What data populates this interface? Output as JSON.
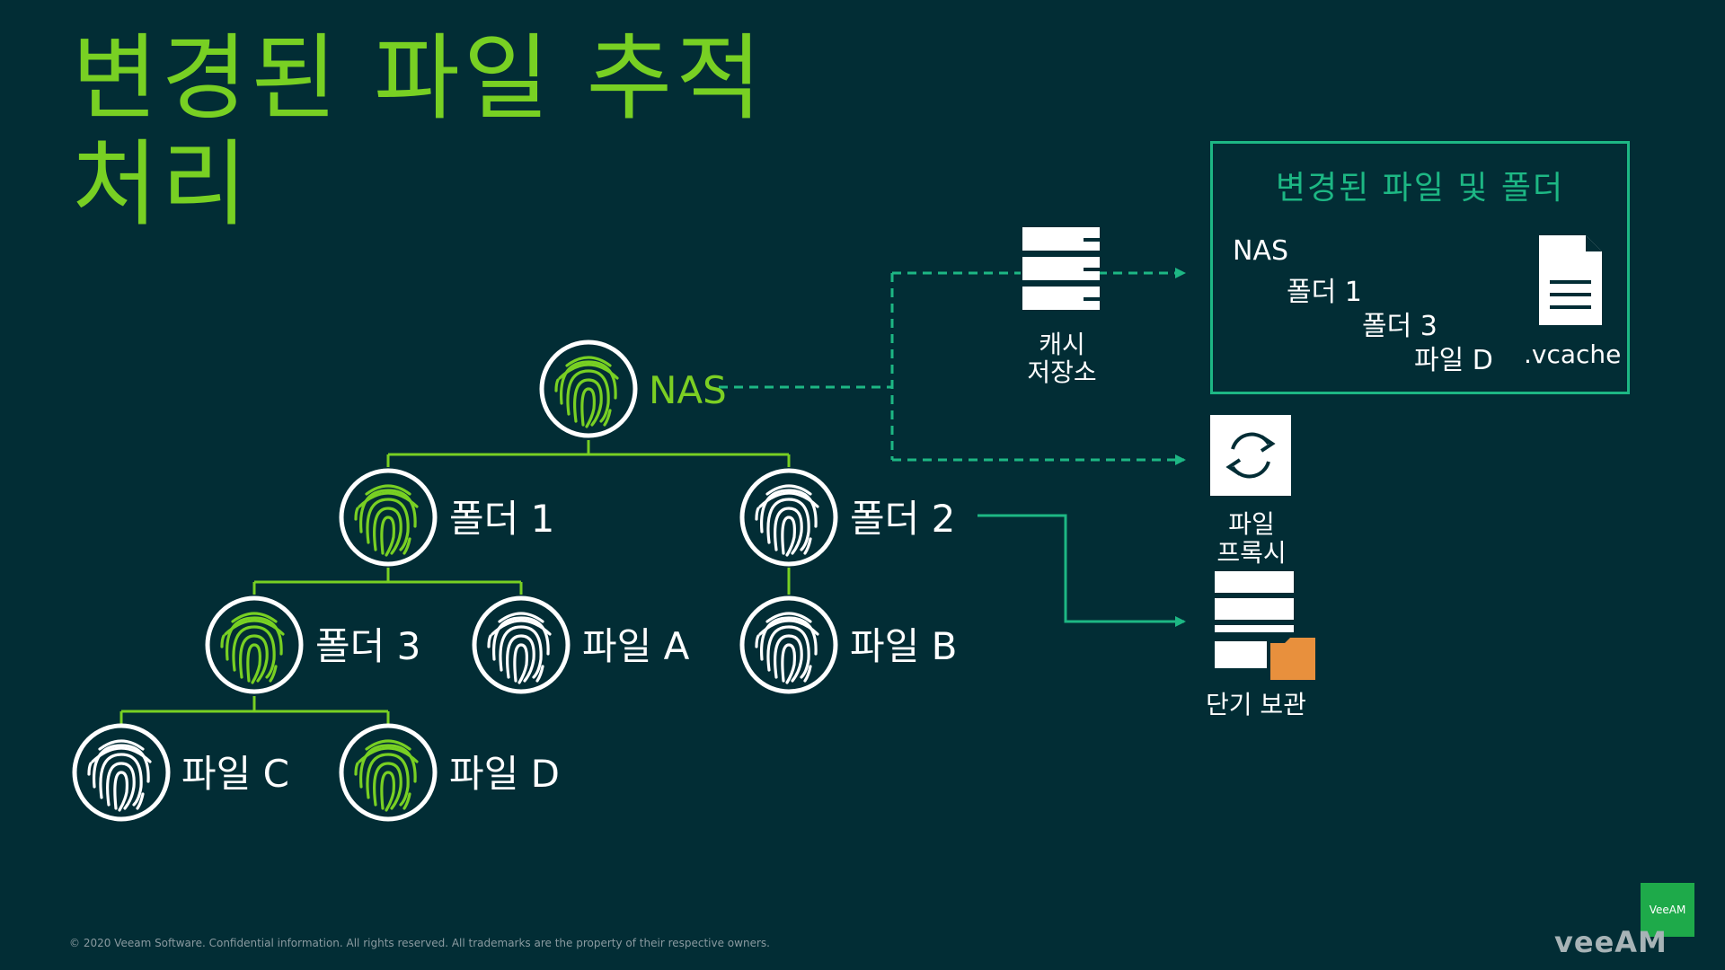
{
  "title": {
    "line1": "변경된 파일 추적",
    "line2": "처리"
  },
  "nodes": {
    "nas": "NAS",
    "folder1": "폴더 1",
    "folder2": "폴더 2",
    "folder3": "폴더 3",
    "fileA": "파일 A",
    "fileB": "파일 B",
    "fileC": "파일 C",
    "fileD": "파일 D"
  },
  "cache": {
    "line1": "캐시",
    "line2": "저장소"
  },
  "proxy": {
    "line1": "파일",
    "line2": "프록시"
  },
  "archive": {
    "label": "단기 보관"
  },
  "changed_box": {
    "title": "변경된 파일 및 폴더",
    "tree": [
      "NAS",
      "폴더 1",
      "폴더 3",
      "파일 D"
    ],
    "file_label": ".vcache"
  },
  "footer": {
    "copyright": "© 2020 Veeam Software. Confidential information. All rights reserved. All trademarks are the property of their respective owners.",
    "logo_box": "VeeAM",
    "logo": "veeAM"
  },
  "colors": {
    "background": "#022d35",
    "accent_green": "#78d023",
    "teal": "#1db784",
    "orange": "#e8903d",
    "white": "#ffffff"
  },
  "icons": {
    "fingerprint": "fingerprint-icon",
    "cache": "server-stack-icon",
    "proxy": "sync-icon",
    "archive": "storage-folder-icon",
    "file": "document-icon"
  }
}
